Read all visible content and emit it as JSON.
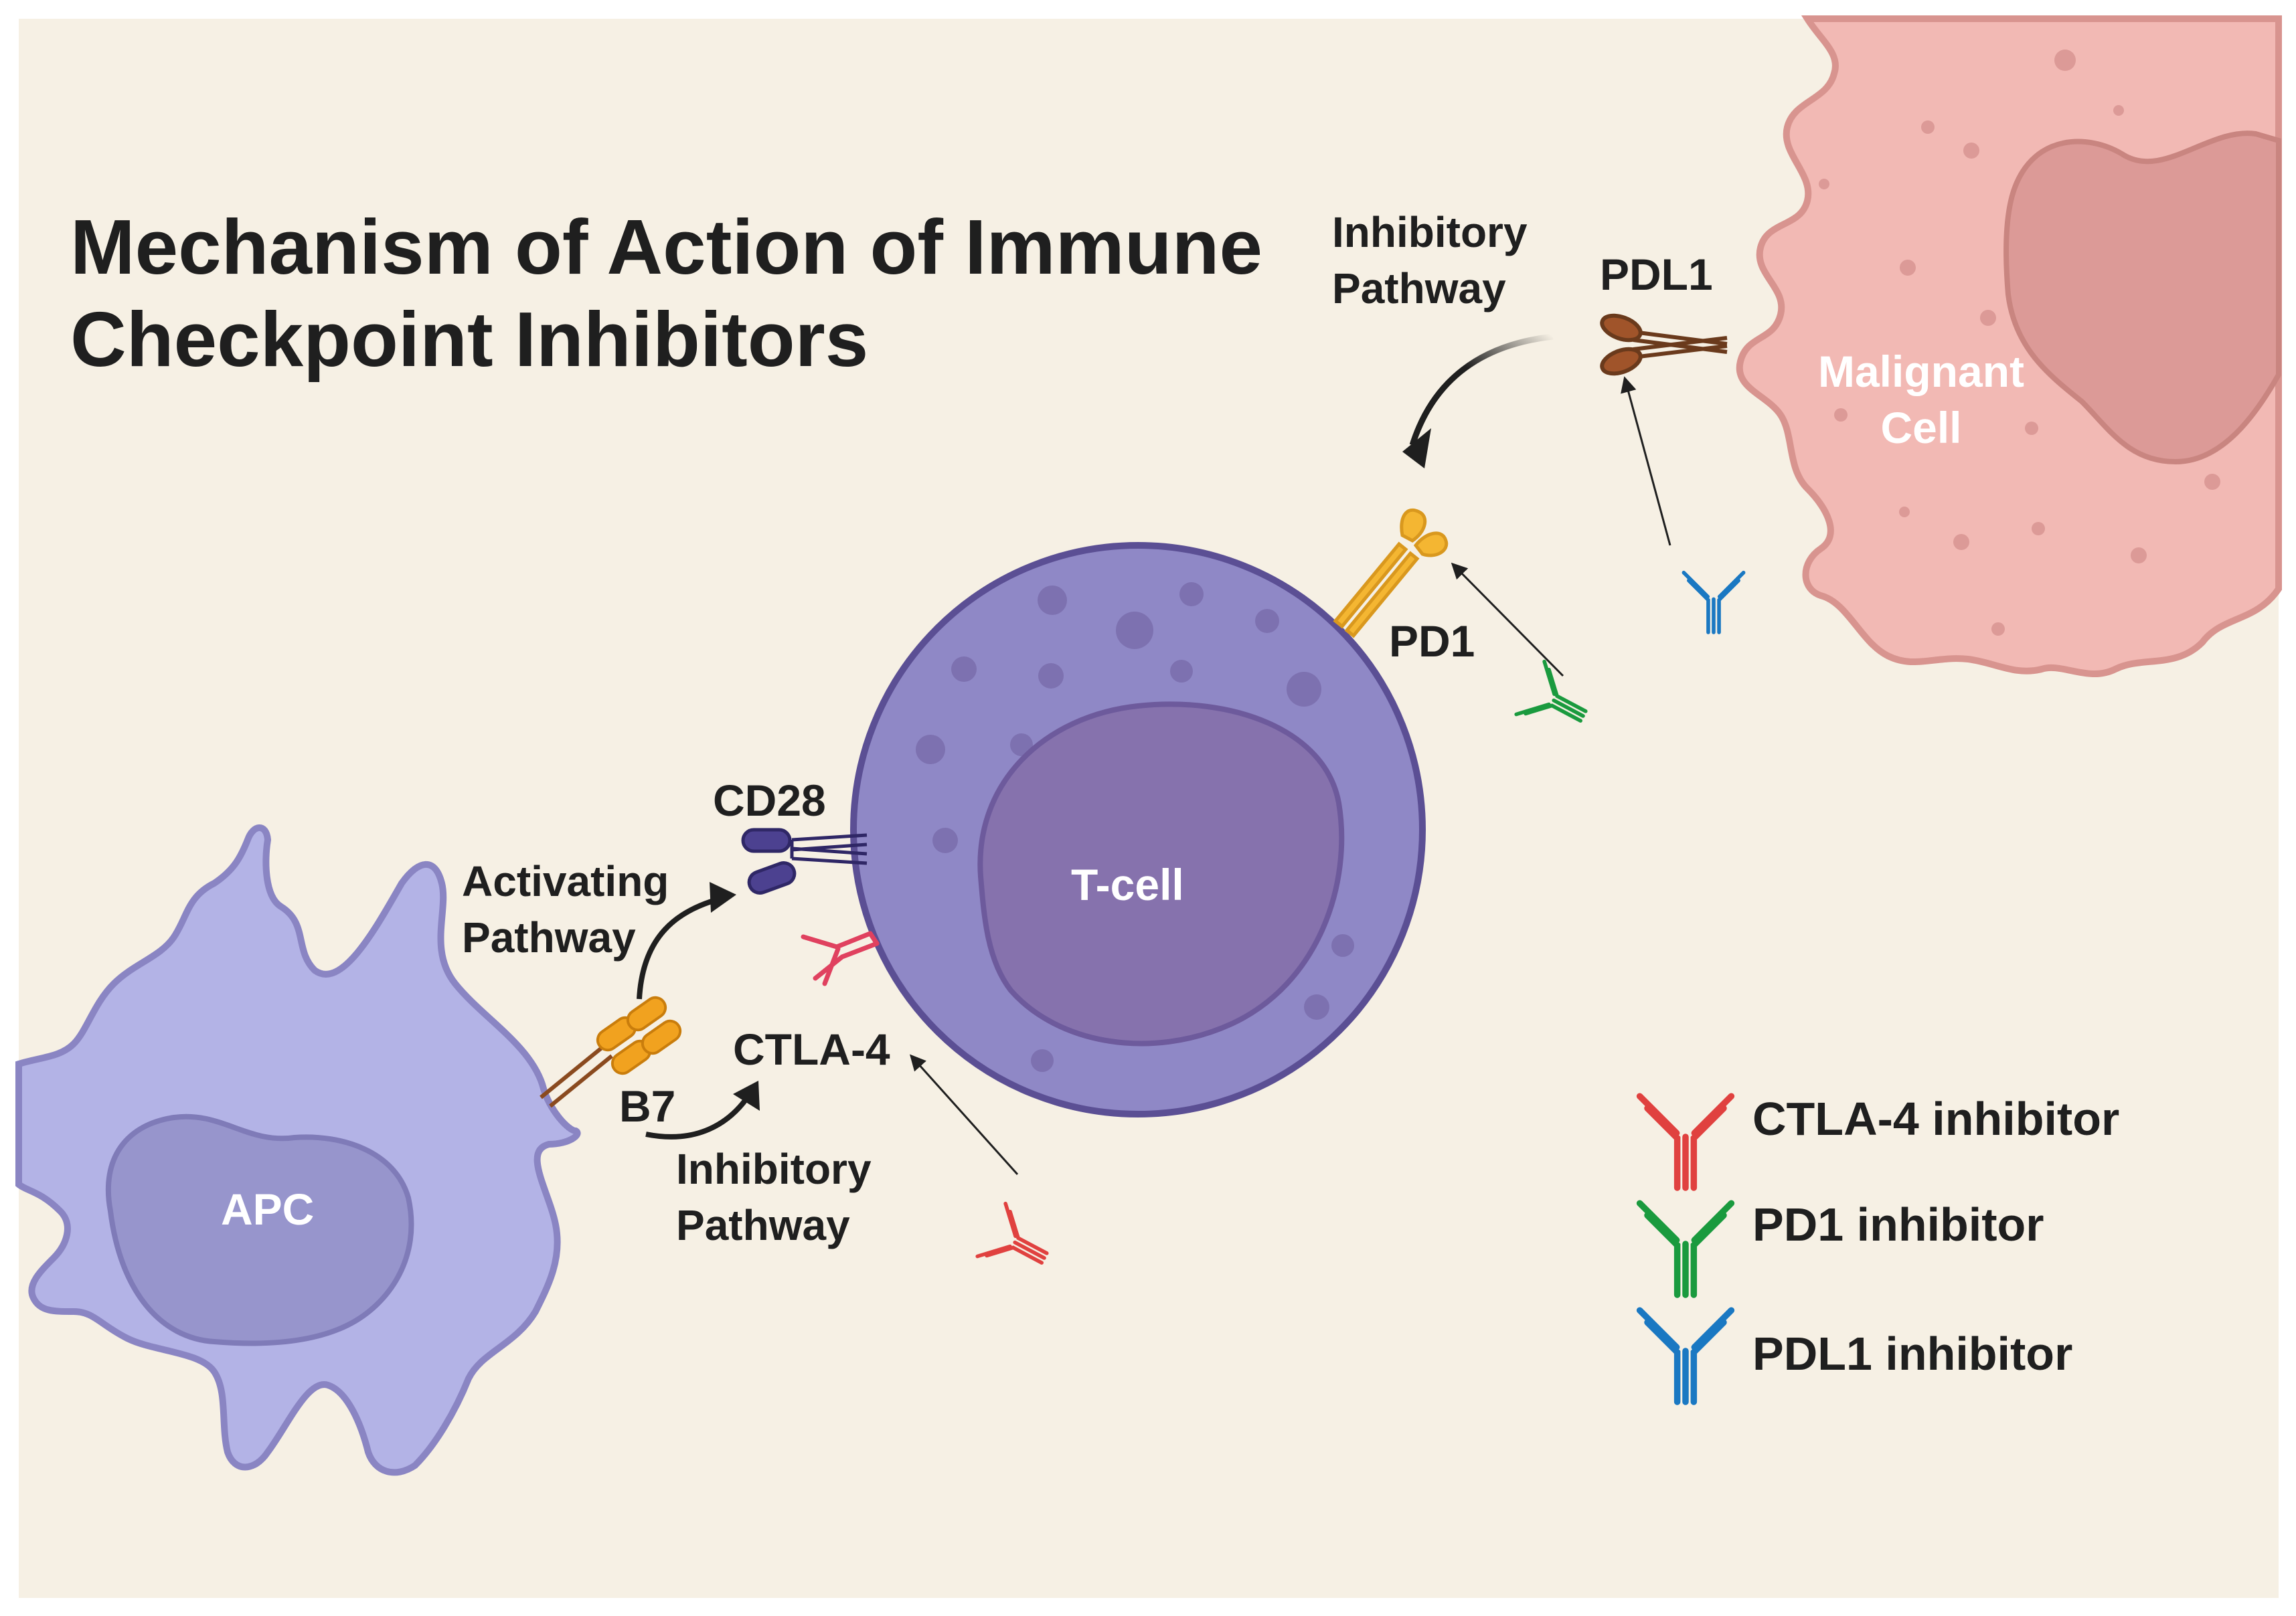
{
  "title": {
    "line1": "Mechanism of Action of Immune",
    "line2": "Checkpoint Inhibitors"
  },
  "cells": {
    "apc": "APC",
    "tcell": "T-cell",
    "malignant_line1": "Malignant",
    "malignant_line2": "Cell"
  },
  "molecules": {
    "pdl1": "PDL1",
    "pd1": "PD1",
    "cd28": "CD28",
    "ctla4": "CTLA-4",
    "b7": "B7"
  },
  "pathways": {
    "inhibitory_top_line1": "Inhibitory",
    "inhibitory_top_line2": "Pathway",
    "activating_line1": "Activating",
    "activating_line2": "Pathway",
    "inhibitory_bottom_line1": "Inhibitory",
    "inhibitory_bottom_line2": "Pathway"
  },
  "legend": [
    {
      "label": "CTLA-4 inhibitor",
      "color": "#e0413f",
      "icon": "red-antibody-icon"
    },
    {
      "label": "PD1 inhibitor",
      "color": "#1a9a3e",
      "icon": "green-antibody-icon"
    },
    {
      "label": "PDL1 inhibitor",
      "color": "#1a78c2",
      "icon": "blue-antibody-icon"
    }
  ],
  "colors": {
    "background": "#f6f0e4",
    "apc": "#b3b3e6",
    "apc_nucleus": "#9795cc",
    "tcell": "#8f88c6",
    "tcell_nucleus": "#8672ad",
    "malignant": "#f2b9b4",
    "malignant_nucleus": "#dc9a97",
    "pd1_receptor": "#f4b632",
    "pdl1_ligand": "#a0542a",
    "cd28": "#4c4190",
    "b7": "#f1a21f"
  }
}
